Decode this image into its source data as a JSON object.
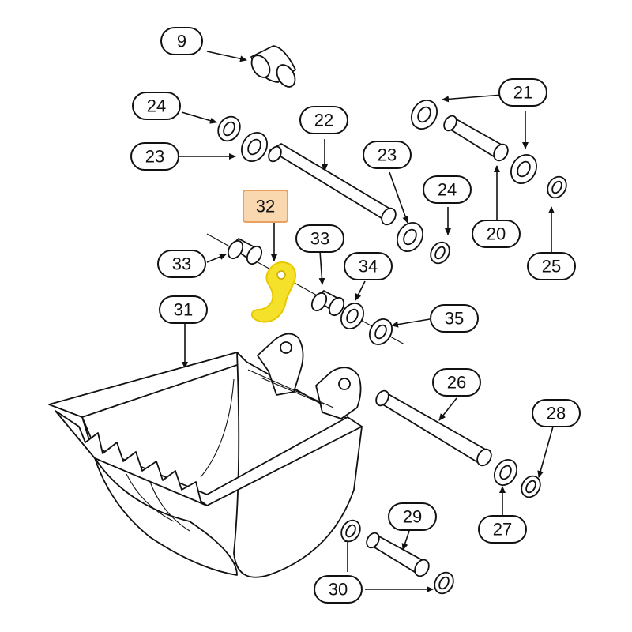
{
  "labels": [
    {
      "id": "9",
      "text": "9"
    },
    {
      "id": "24a",
      "text": "24"
    },
    {
      "id": "23a",
      "text": "23"
    },
    {
      "id": "22",
      "text": "22"
    },
    {
      "id": "21",
      "text": "21"
    },
    {
      "id": "23b",
      "text": "23"
    },
    {
      "id": "24b",
      "text": "24"
    },
    {
      "id": "20",
      "text": "20"
    },
    {
      "id": "25",
      "text": "25"
    },
    {
      "id": "32",
      "text": "32"
    },
    {
      "id": "33a",
      "text": "33"
    },
    {
      "id": "33b",
      "text": "33"
    },
    {
      "id": "34",
      "text": "34"
    },
    {
      "id": "31",
      "text": "31"
    },
    {
      "id": "35",
      "text": "35"
    },
    {
      "id": "26",
      "text": "26"
    },
    {
      "id": "28",
      "text": "28"
    },
    {
      "id": "27",
      "text": "27"
    },
    {
      "id": "29",
      "text": "29"
    },
    {
      "id": "30",
      "text": "30"
    }
  ],
  "highlight": {
    "label": "32",
    "fill_color": "#f9d8b0",
    "stroke_color": "#e8a160",
    "part_color": "#f5e12a"
  }
}
